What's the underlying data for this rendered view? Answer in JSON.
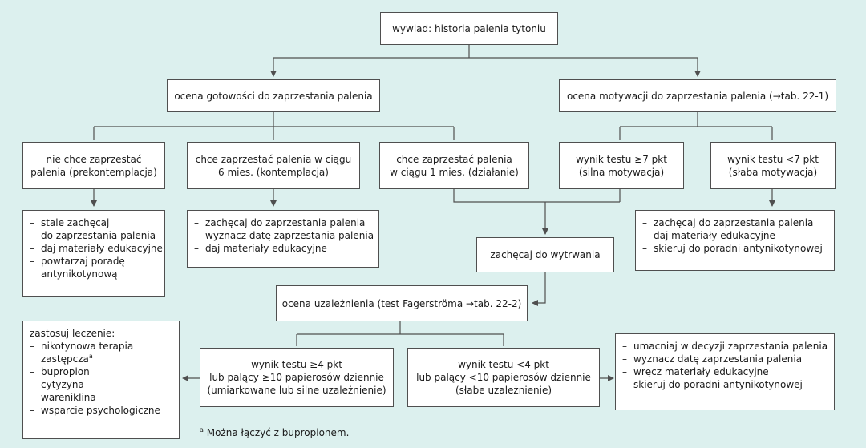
{
  "nodes": {
    "top": "wywiad: historia palenia tytoniu",
    "readiness": "ocena gotowości do zaprzestania palenia",
    "motivation": "ocena motywacji do zaprzestania palenia (→tab. 22-1)",
    "not_ready": [
      "nie chce zaprzestać",
      "palenia (prekontemplacja)"
    ],
    "six_months": [
      "chce zaprzestać palenia w ciągu",
      "6 mies. (kontemplacja)"
    ],
    "one_month": [
      "chce zaprzestać palenia",
      "w ciągu 1 mies. (działanie)"
    ],
    "strong": [
      "wynik testu ≥7 pkt",
      "(silna motywacja)"
    ],
    "weak": [
      "wynik testu <7 pkt",
      "(słaba motywacja)"
    ],
    "encourage_persist": "zachęcaj do wytrwania",
    "dependence": "ocena uzależnienia (test Fagerströma →tab. 22-2)",
    "high_dep": [
      "wynik testu ≥4 pkt",
      "lub palący ≥10 papierosów dziennie",
      "(umiarkowane lub silne uzależnienie)"
    ],
    "low_dep": [
      "wynik testu <4 pkt",
      "lub palący <10 papierosów dziennie",
      "(słabe uzależnienie)"
    ]
  },
  "lists": {
    "not_ready_actions": {
      "items": [
        [
          "stale zachęcaj",
          "do zaprzestania palenia"
        ],
        [
          "daj materiały edukacyjne"
        ],
        [
          "powtarzaj poradę",
          "antynikotynową"
        ]
      ]
    },
    "six_months_actions": {
      "items": [
        [
          "zachęcaj do zaprzestania palenia"
        ],
        [
          "wyznacz datę zaprzestania palenia"
        ],
        [
          "daj materiały edukacyjne"
        ]
      ]
    },
    "weak_actions": {
      "items": [
        [
          "zachęcaj do zaprzestania palenia"
        ],
        [
          "daj materiały edukacyjne"
        ],
        [
          "skieruj do poradni antynikotynowej"
        ]
      ]
    },
    "treatment": {
      "heading": "zastosuj leczenie:",
      "items": [
        [
          "nikotynowa terapia",
          "zastępcza"
        ],
        [
          "bupropion"
        ],
        [
          "cytyzyna"
        ],
        [
          "wareniklina"
        ],
        [
          "wsparcie psychologiczne"
        ]
      ],
      "footnote_mark": "a"
    },
    "low_dep_actions": {
      "items": [
        [
          "umacniaj w decyzji zaprzestania palenia"
        ],
        [
          "wyznacz datę zaprzestania palenia"
        ],
        [
          "wręcz materiały edukacyjne"
        ],
        [
          "skieruj do poradni antynikotynowej"
        ]
      ]
    }
  },
  "dash": "–",
  "footnote": {
    "mark": "a",
    "text": "Można łączyć z bupropionem."
  },
  "colors": {
    "background": "#dcf0ee",
    "box_fill": "#ffffff",
    "line": "#4f4f4f"
  }
}
